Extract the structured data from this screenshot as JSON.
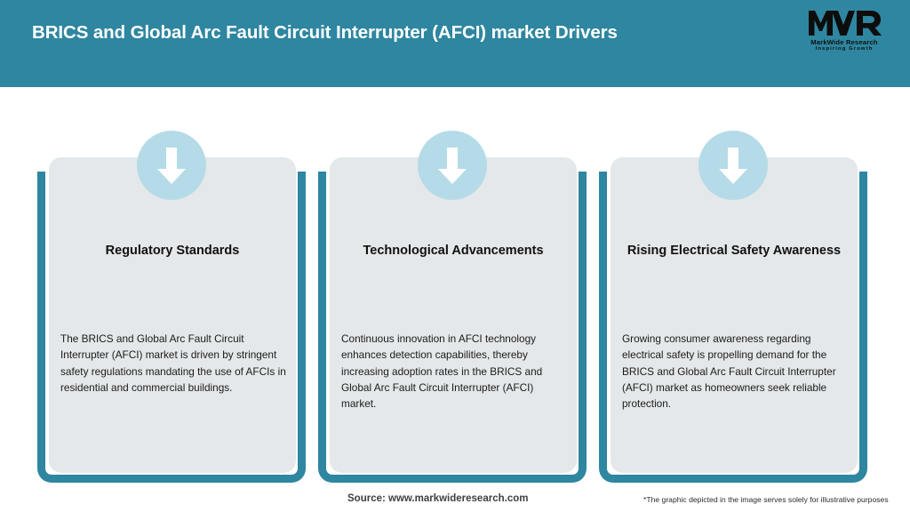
{
  "header": {
    "title": "BRICS and Global Arc Fault Circuit Interrupter (AFCI) market Drivers",
    "background_color": "#2e86a0",
    "title_color": "#ffffff"
  },
  "logo": {
    "mark": "MWR",
    "name": "MarkWide Research",
    "tagline": "Inspiring Growth"
  },
  "theme": {
    "teal": "#2e86a0",
    "icon_circle": "#b5dbe8",
    "panel": "#e4e8ea",
    "arrow": "#ffffff"
  },
  "cards": [
    {
      "icon": "arrow-down-icon",
      "heading": "Regulatory Standards",
      "body": "The BRICS and Global Arc Fault Circuit Interrupter (AFCI) market is driven by stringent safety regulations mandating the use of AFCIs in residential and commercial buildings."
    },
    {
      "icon": "arrow-down-icon",
      "heading": "Technological Advancements",
      "body": "Continuous innovation in AFCI technology enhances detection capabilities, thereby increasing adoption rates in the BRICS and Global Arc Fault Circuit Interrupter (AFCI) market."
    },
    {
      "icon": "arrow-down-icon",
      "heading": "Rising Electrical Safety Awareness",
      "body": "Growing consumer awareness regarding electrical safety is propelling demand for the BRICS and Global Arc Fault Circuit Interrupter (AFCI) market as homeowners seek reliable protection."
    }
  ],
  "footer": {
    "source": "Source: www.markwideresearch.com",
    "disclaimer": "*The graphic depicted in the image serves solely for illustrative purposes"
  }
}
